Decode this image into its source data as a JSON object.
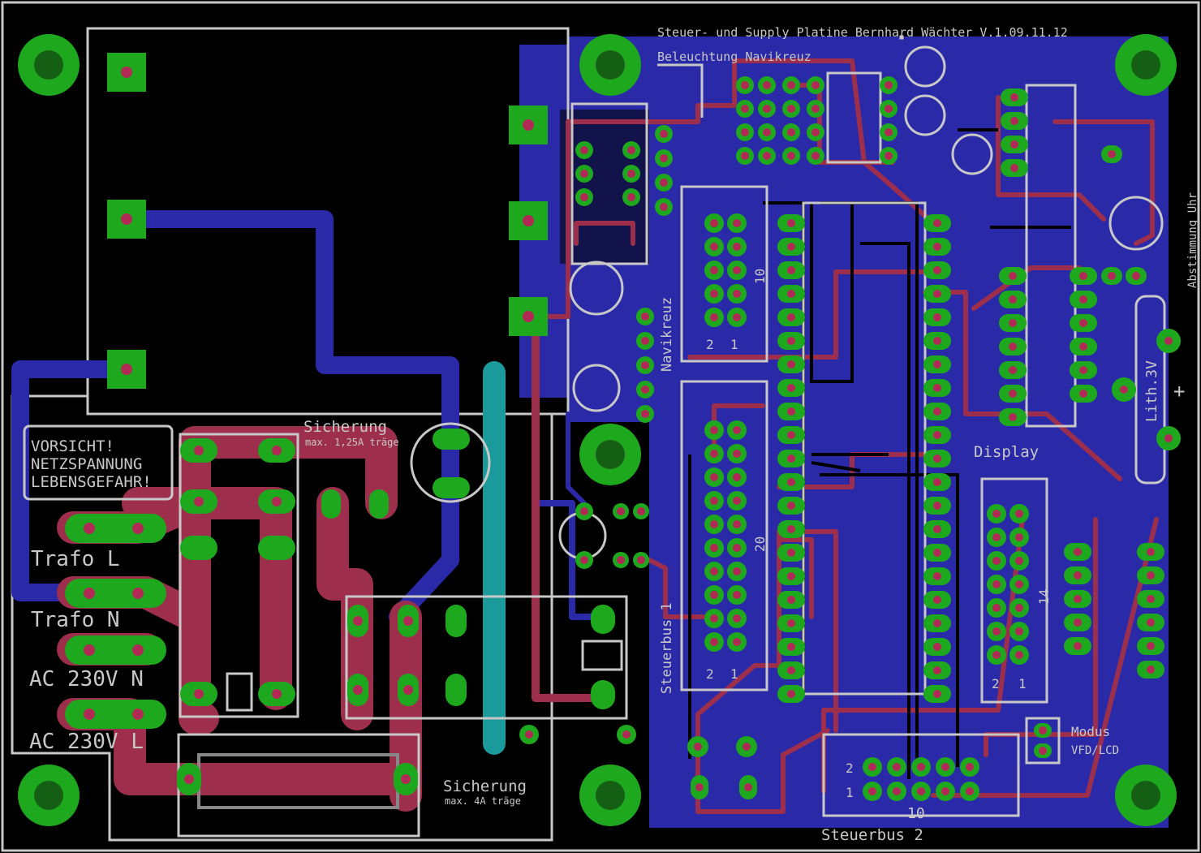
{
  "board": {
    "title": "Steuer- und Supply Platine  Bernhard Wächter V.1.09.11.12",
    "colors": {
      "background": "#000000",
      "top_copper": "#9e2f4c",
      "bottom_copper": "#2a2aa8",
      "pads": "#1ea81e",
      "silkscreen": "#c8c8c8",
      "teal": "#1a9a9a"
    }
  },
  "labels": {
    "warning_line1": "VORSICHT!",
    "warning_line2": "NETZSPANNUNG",
    "warning_line3": "LEBENSGEFAHR!",
    "trafo_l": "Trafo L",
    "trafo_n": "Trafo N",
    "ac_n": "AC 230V N",
    "ac_l": "AC 230V L",
    "fuse1_title": "Sicherung",
    "fuse1_sub": "max. 1,25A träge",
    "fuse2_title": "Sicherung",
    "fuse2_sub": "max. 4A träge",
    "beleuchtung": "Beleuchtung Navikreuz",
    "navikreuz": "Navikreuz",
    "steuerbus1": "Steuerbus 1",
    "steuerbus2": "Steuerbus 2",
    "display": "Display",
    "modus": "Modus",
    "vfd_lcd": "VFD/LCD",
    "abstimmung": "Abstimmung Uhr",
    "lith": "Lith.3V",
    "plus": "+",
    "pin_10a": "10",
    "pin_1a": "1",
    "pin_2a": "2",
    "pin_20": "20",
    "pin_1b": "1",
    "pin_2b": "2",
    "pin_14": "14",
    "pin_1c": "1",
    "pin_2c": "2",
    "pin_2d": "2",
    "pin_1d": "1",
    "pin_10b": "10"
  }
}
